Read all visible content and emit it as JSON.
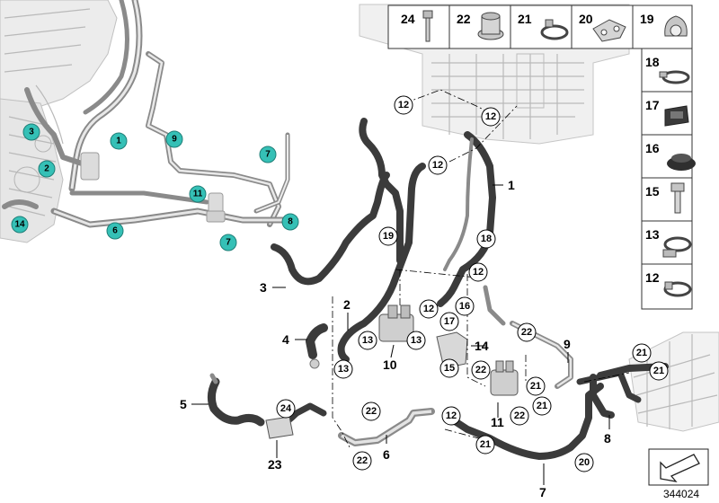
{
  "diagram_id": "344024",
  "colors": {
    "callout_teal": "#35c0b6",
    "hose_dark": "#3b3b3b",
    "engine_gray": "#c9c9c9",
    "line_black": "#000000"
  },
  "parts_table": {
    "top_row": [
      "24",
      "22",
      "21",
      "20",
      "19"
    ],
    "right_column": [
      "18",
      "17",
      "16",
      "15",
      "13",
      "12"
    ]
  },
  "teal_callouts": [
    "3",
    "1",
    "2",
    "9",
    "7",
    "11",
    "8",
    "14",
    "6",
    "7"
  ],
  "plain_labels": [
    "1",
    "2",
    "3",
    "4",
    "5",
    "6",
    "7",
    "8",
    "9",
    "10",
    "11",
    "14",
    "23"
  ],
  "circle_callouts": [
    "12",
    "12",
    "12",
    "12",
    "19",
    "18",
    "12",
    "13",
    "13",
    "13",
    "16",
    "17",
    "15",
    "22",
    "22",
    "21",
    "21",
    "22",
    "21",
    "21",
    "22",
    "24",
    "22",
    "12",
    "21",
    "22",
    "20"
  ],
  "logo_icon": "arrow-down-left-icon"
}
